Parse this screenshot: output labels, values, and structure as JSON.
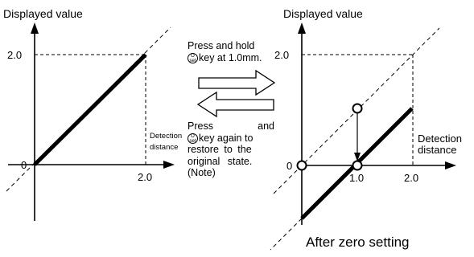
{
  "left_graph": {
    "y_axis_label": "Displayed value",
    "y_tick_2": "2.0",
    "origin_label": "0",
    "x_tick_2": "2.0",
    "x_axis_label_line1": "Detection",
    "x_axis_label_line2": "distance"
  },
  "right_graph": {
    "y_axis_label": "Displayed value",
    "y_tick_2": "2.0",
    "origin_label": "0",
    "x_tick_1": "1.0",
    "x_tick_2": "2.0",
    "x_axis_label_line1": "Detection",
    "x_axis_label_line2": "distance",
    "caption": "After zero setting"
  },
  "instructions": {
    "press_line1": "Press and hold",
    "press_line2_after_key": "key at 1.0mm.",
    "restore_line1_a": "Press",
    "restore_line1_b": "and",
    "restore_line2_after_key": "key again to",
    "restore_line3": "restore to the",
    "restore_line4": "original state.",
    "restore_line5": "(Note)"
  },
  "key_icon": {
    "top": "O",
    "bottom": "set"
  }
}
